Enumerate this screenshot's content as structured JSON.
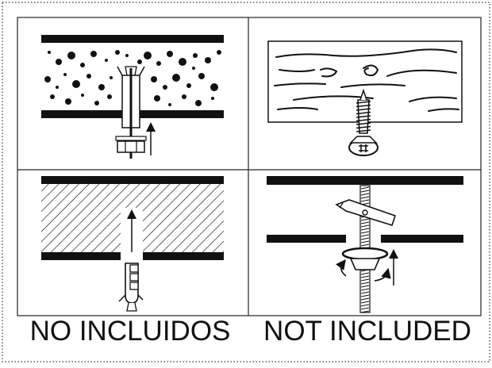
{
  "captions": {
    "spanish": "NO INCLUIDOS",
    "english": "NOT INCLUDED"
  },
  "panels": [
    {
      "name": "concrete-anchor-bolt",
      "position": "top-left"
    },
    {
      "name": "wood-screw",
      "position": "top-right"
    },
    {
      "name": "wall-plug-anchor",
      "position": "bottom-left"
    },
    {
      "name": "toggle-bolt",
      "position": "bottom-right"
    }
  ],
  "colors": {
    "ink": "#111111",
    "border": "#333333",
    "background": "#ffffff"
  },
  "icons": [
    "arrow-up-icon",
    "rotate-arrow-icon"
  ]
}
